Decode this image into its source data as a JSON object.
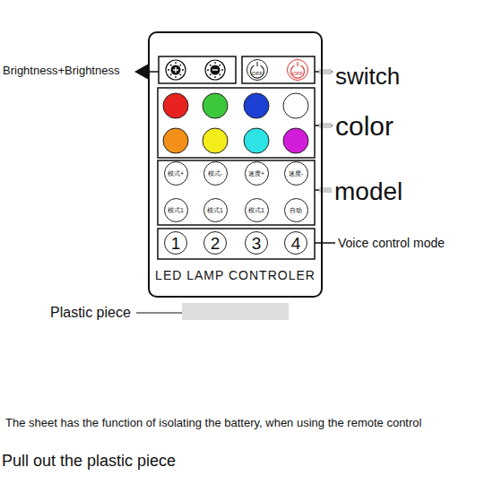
{
  "diagram": {
    "nodes": [
      {
        "text": [
          "LED LAMP CONTROLER"
        ]
      },
      {
        "text": [
          "OFF"
        ],
        "in": 0
      },
      {
        "text": [
          "OFF"
        ],
        "in": 0
      },
      {
        "text": [
          "模式+"
        ],
        "in": 0
      },
      {
        "text": [
          "模式-"
        ],
        "in": 0
      },
      {
        "text": [
          "速度+"
        ],
        "in": 0
      },
      {
        "text": [
          "速度-"
        ],
        "in": 0
      },
      {
        "text": [
          "模式1"
        ],
        "in": 0
      },
      {
        "text": [
          "模式1"
        ],
        "in": 0
      },
      {
        "text": [
          "模式1"
        ],
        "in": 0
      },
      {
        "text": [
          "自动"
        ],
        "in": 0
      },
      {
        "text": [
          "1"
        ],
        "in": 0
      },
      {
        "text": [
          "2"
        ],
        "in": 0
      },
      {
        "text": [
          "3"
        ],
        "in": 0
      },
      {
        "text": [
          "4"
        ],
        "in": 0
      }
    ],
    "labels": [
      "Brightness+Brightness",
      "switch",
      "color",
      "model",
      "Voice control mode",
      "Plastic piece",
      "The sheet has the function of isolating the battery, when using the remote control",
      "Pull out the plastic piece"
    ]
  }
}
